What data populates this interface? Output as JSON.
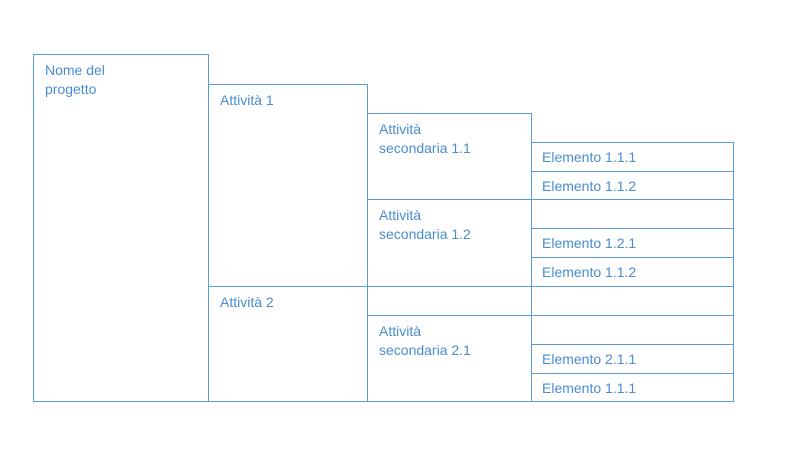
{
  "wbs": {
    "project": {
      "label": "Nome del\nprogetto"
    },
    "activities": [
      {
        "label": "Attività 1",
        "subactivities": [
          {
            "label": "Attività\nsecondaria 1.1",
            "elements": [
              "Elemento 1.1.1",
              "Elemento 1.1.2"
            ]
          },
          {
            "label": "Attività\nsecondaria 1.2",
            "elements": [
              "",
              "Elemento 1.2.1",
              "Elemento 1.1.2"
            ]
          }
        ]
      },
      {
        "label": "Attività 2",
        "subactivities": [
          {
            "label": "",
            "elements": [
              ""
            ]
          },
          {
            "label": "Attività\nsecondaria 2.1",
            "elements": [
              "",
              "Elemento 2.1.1",
              "Elemento 1.1.1"
            ]
          }
        ]
      }
    ]
  },
  "colors": {
    "border": "#5b9bd5",
    "text": "#4a8cd0"
  }
}
